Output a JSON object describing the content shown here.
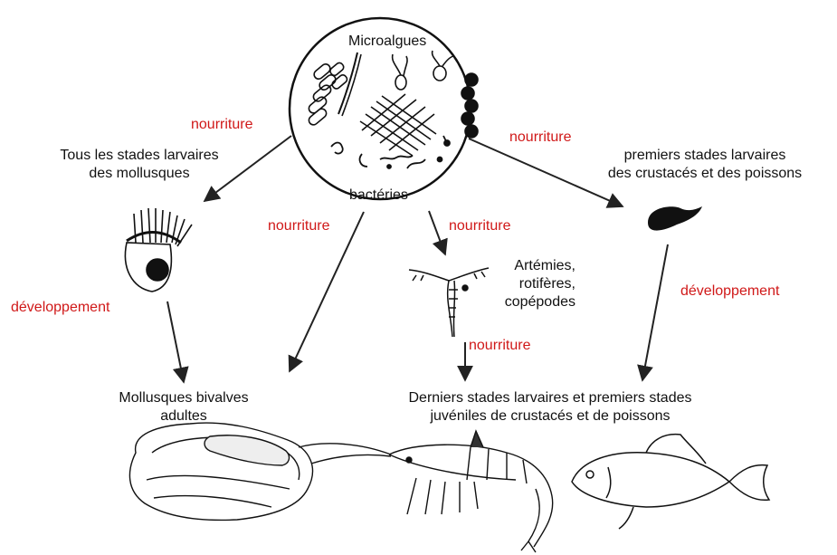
{
  "colors": {
    "ink": "#111111",
    "accent": "#d01818"
  },
  "center": {
    "top_label": "Microalgues",
    "bottom_label": "bactéries"
  },
  "labels": {
    "mollusc_larvae": [
      "Tous les stades larvaires",
      "des mollusques"
    ],
    "crust_larvae": [
      "premiers stades larvaires",
      "des crustacés et des  poissons"
    ],
    "zooplankton": [
      "Artémies,",
      "rotifères,",
      "copépodes"
    ],
    "adult_bivalves": [
      "Mollusques bivalves",
      "adultes"
    ],
    "late_stages": [
      "Derniers stades larvaires et premiers stades",
      "juvéniles de crustacés et de poissons"
    ]
  },
  "arrow_labels": {
    "food": "nourriture",
    "development": "développement"
  },
  "icons": [
    "microalgae-icon",
    "bacteria-icon",
    "bivalve-larva-icon",
    "fish-larva-icon",
    "artemia-icon",
    "oyster-icon",
    "shrimp-icon",
    "fish-icon"
  ]
}
